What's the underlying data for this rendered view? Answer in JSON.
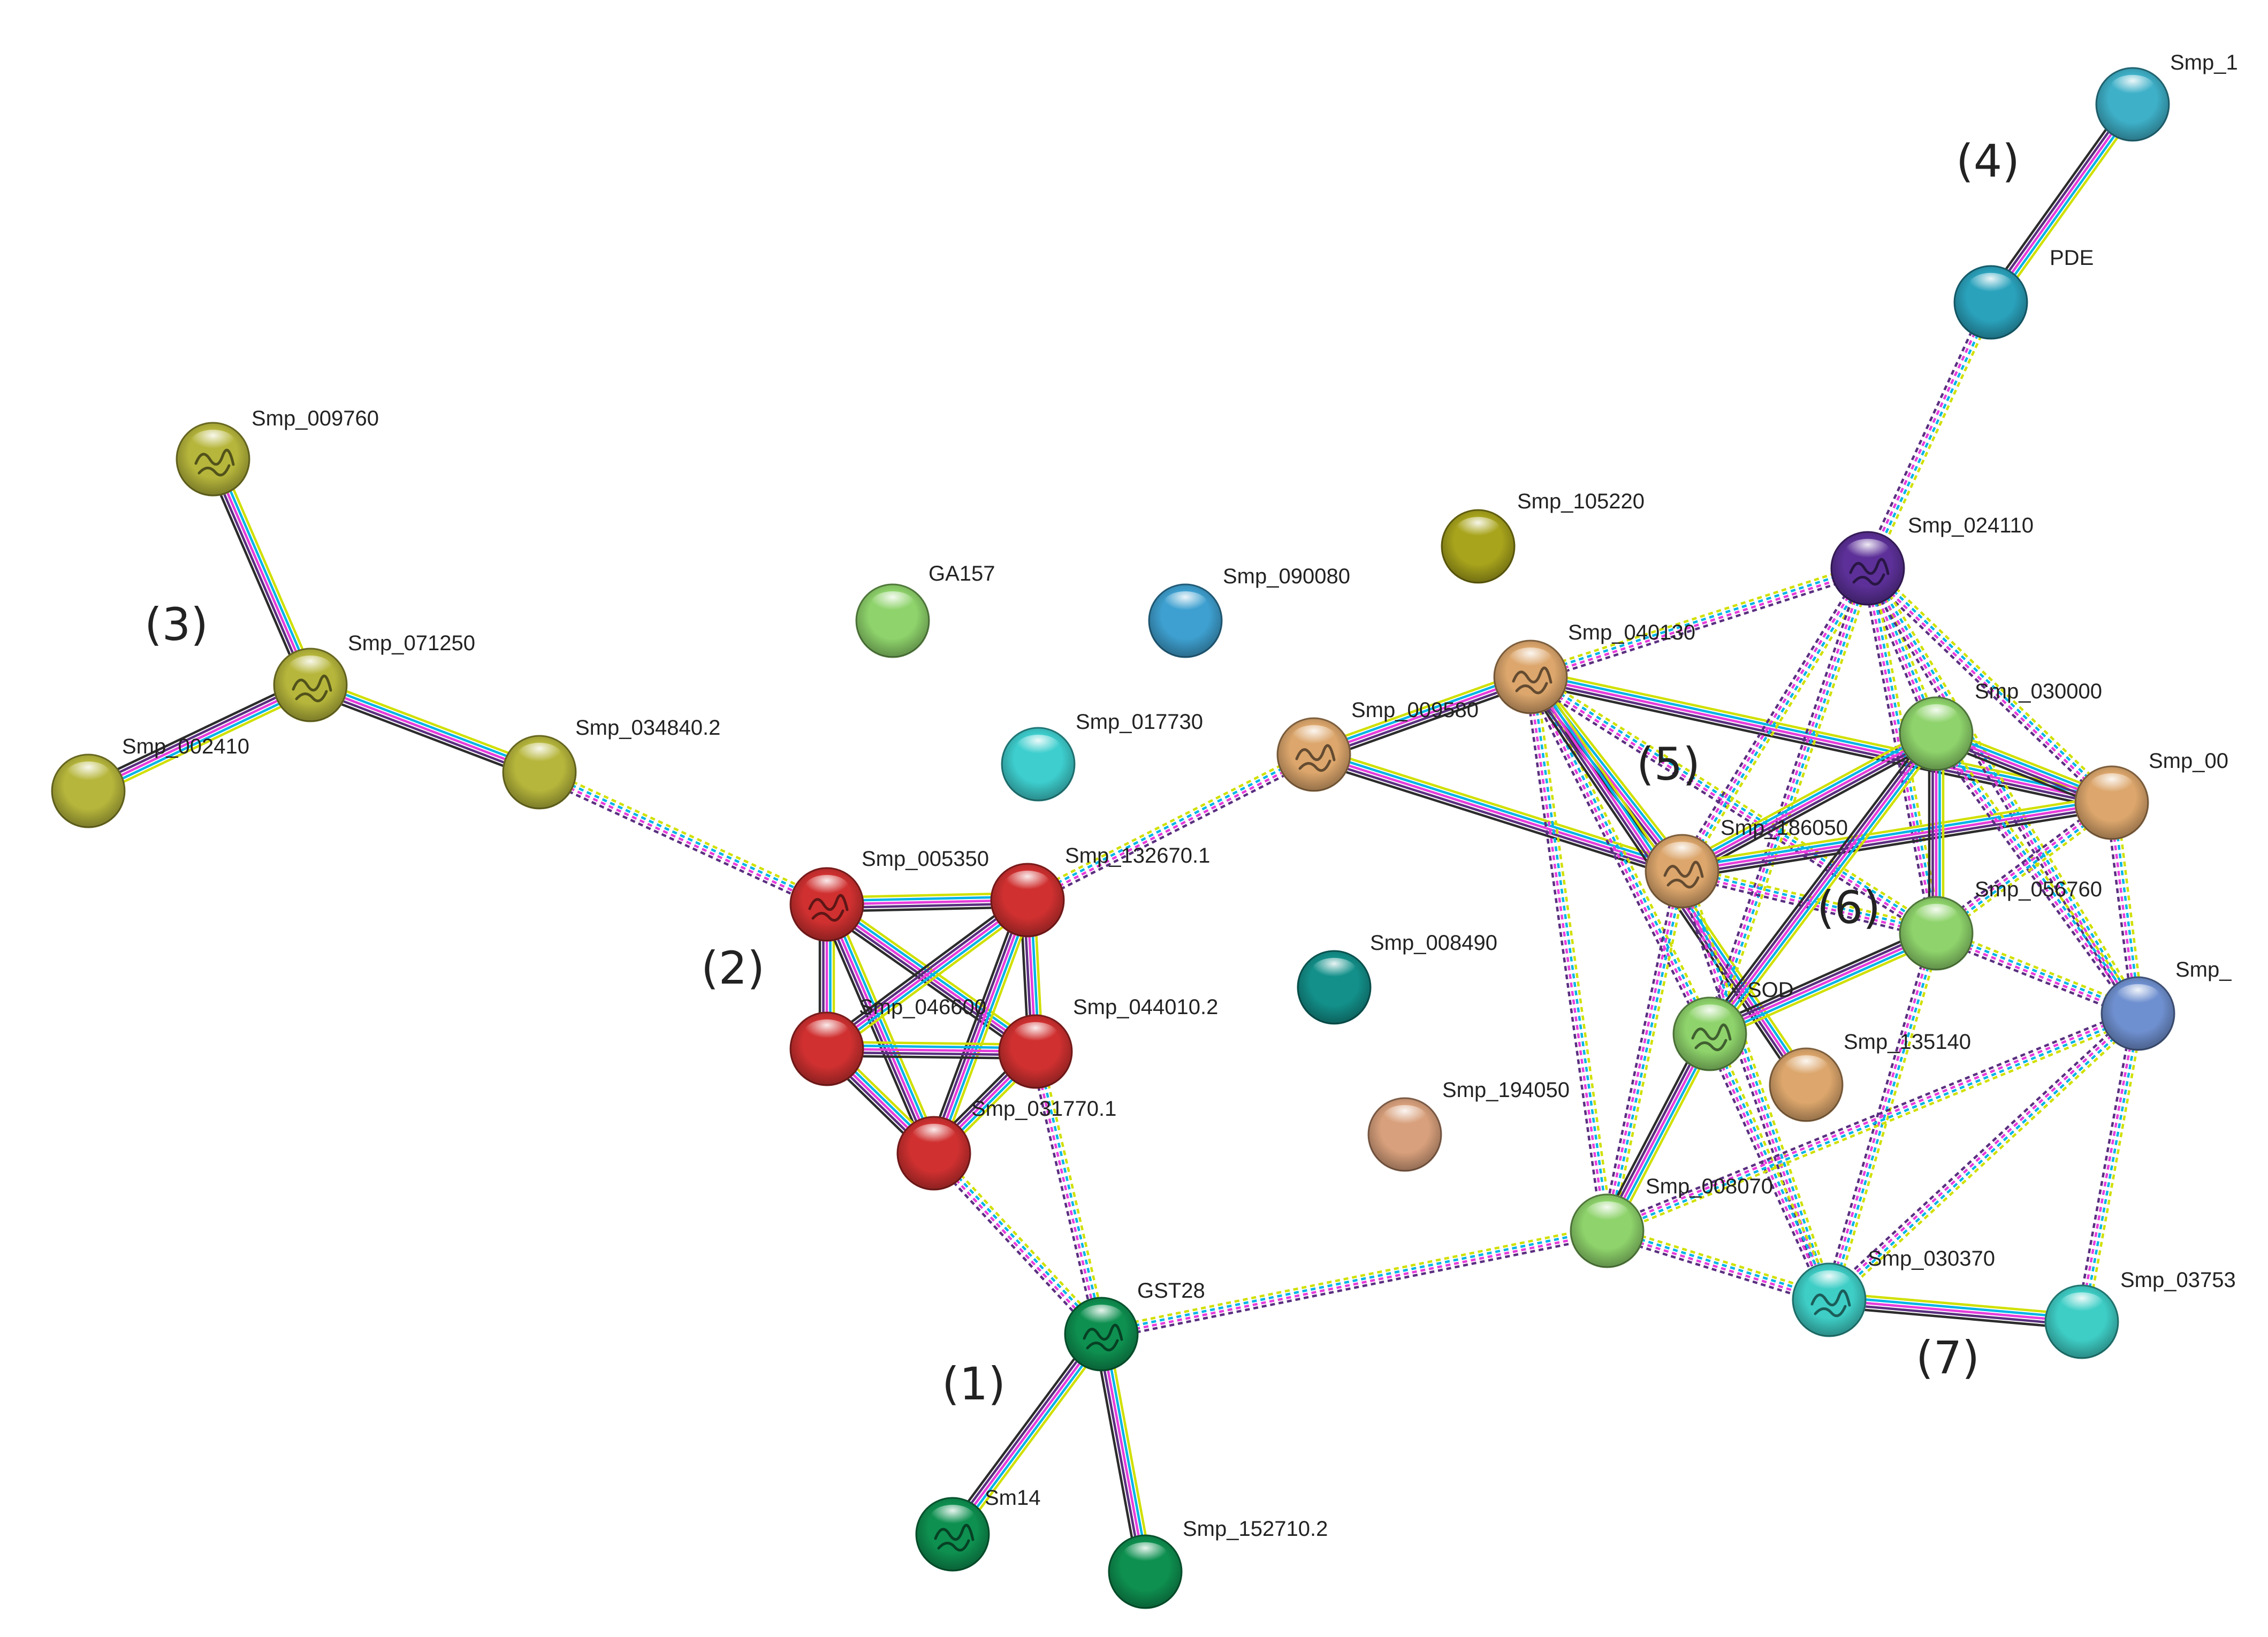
{
  "edge_colors": [
    "#d0e000",
    "#00b4e6",
    "#e63cdc",
    "#5a2f80",
    "#b4c800",
    "#2c2c2c"
  ],
  "groups": [
    {
      "id": "g1",
      "label": "(1)"
    },
    {
      "id": "g2",
      "label": "(2)"
    },
    {
      "id": "g3",
      "label": "(3)"
    },
    {
      "id": "g4",
      "label": "(4)"
    },
    {
      "id": "g5",
      "label": "(5)"
    },
    {
      "id": "g6",
      "label": "(6)"
    },
    {
      "id": "g7",
      "label": "(7)"
    }
  ],
  "nodes": [
    {
      "id": "smp_009760",
      "label": "Smp_009760",
      "color": "#b6b63c",
      "structure": true
    },
    {
      "id": "smp_071250",
      "label": "Smp_071250",
      "color": "#b6b63c",
      "structure": true
    },
    {
      "id": "smp_002410",
      "label": "Smp_002410",
      "color": "#b6b63c"
    },
    {
      "id": "smp_034840_2",
      "label": "Smp_034840.2",
      "color": "#b6b63c"
    },
    {
      "id": "ga157",
      "label": "GA157",
      "color": "#8ed36b"
    },
    {
      "id": "smp_090080",
      "label": "Smp_090080",
      "color": "#3ea0d0"
    },
    {
      "id": "smp_017730",
      "label": "Smp_017730",
      "color": "#3ecece"
    },
    {
      "id": "smp_105220",
      "label": "Smp_105220",
      "color": "#a8a41c"
    },
    {
      "id": "smp_005350",
      "label": "Smp_005350",
      "color": "#d03030",
      "structure": true
    },
    {
      "id": "smp_132670_1",
      "label": "Smp_132670.1",
      "color": "#d03030"
    },
    {
      "id": "smp_046600",
      "label": "Smp_046600",
      "color": "#d03030"
    },
    {
      "id": "smp_044010_2",
      "label": "Smp_044010.2",
      "color": "#d03030"
    },
    {
      "id": "smp_031770_1",
      "label": "Smp_031770.1",
      "color": "#d03030"
    },
    {
      "id": "gst28",
      "label": "GST28",
      "color": "#0e9050",
      "structure": true
    },
    {
      "id": "sm14",
      "label": "Sm14",
      "color": "#0e9050",
      "structure": true
    },
    {
      "id": "smp_152710_2",
      "label": "Smp_152710.2",
      "color": "#0e9050"
    },
    {
      "id": "smp_008490",
      "label": "Smp_008490",
      "color": "#13908a"
    },
    {
      "id": "smp_194050",
      "label": "Smp_194050",
      "color": "#d8a07c"
    },
    {
      "id": "smp_009580",
      "label": "Smp_009580",
      "color": "#dca66c",
      "structure": true
    },
    {
      "id": "smp_040130",
      "label": "Smp_040130",
      "color": "#dca66c",
      "structure": true
    },
    {
      "id": "smp_024110",
      "label": "Smp_024110",
      "color": "#5c3098",
      "structure": true
    },
    {
      "id": "smp_1",
      "label": "Smp_1",
      "color": "#3eb0c8"
    },
    {
      "id": "pde",
      "label": "PDE",
      "color": "#2aa2bc"
    },
    {
      "id": "smp_030000",
      "label": "Smp_030000",
      "color": "#8ed36b"
    },
    {
      "id": "smp_00x",
      "label": "Smp_00",
      "color": "#dca66c"
    },
    {
      "id": "smp_186050",
      "label": "Smp_186050",
      "color": "#dca66c",
      "structure": true
    },
    {
      "id": "smp_056760",
      "label": "Smp_056760",
      "color": "#8ed36b"
    },
    {
      "id": "smp_blue",
      "label": "Smp_",
      "color": "#6f90d0"
    },
    {
      "id": "sod",
      "label": "SOD",
      "color": "#8ed36b",
      "structure": true
    },
    {
      "id": "smp_135140",
      "label": "Smp_135140",
      "color": "#dca66c"
    },
    {
      "id": "smp_008070",
      "label": "Smp_008070",
      "color": "#8ed36b"
    },
    {
      "id": "smp_030370",
      "label": "Smp_030370",
      "color": "#3ecec6",
      "structure": true
    },
    {
      "id": "smp_03753",
      "label": "Smp_03753",
      "color": "#3ecec6"
    }
  ],
  "edges": [
    {
      "a": "smp_009760",
      "b": "smp_071250",
      "type": "solid"
    },
    {
      "a": "smp_071250",
      "b": "smp_002410",
      "type": "solid"
    },
    {
      "a": "smp_071250",
      "b": "smp_034840_2",
      "type": "solid"
    },
    {
      "a": "smp_034840_2",
      "b": "smp_005350",
      "type": "dashed"
    },
    {
      "a": "smp_005350",
      "b": "smp_132670_1",
      "type": "solid"
    },
    {
      "a": "smp_005350",
      "b": "smp_046600",
      "type": "solid"
    },
    {
      "a": "smp_005350",
      "b": "smp_044010_2",
      "type": "solid"
    },
    {
      "a": "smp_005350",
      "b": "smp_031770_1",
      "type": "solid"
    },
    {
      "a": "smp_132670_1",
      "b": "smp_046600",
      "type": "solid"
    },
    {
      "a": "smp_132670_1",
      "b": "smp_044010_2",
      "type": "solid"
    },
    {
      "a": "smp_132670_1",
      "b": "smp_031770_1",
      "type": "solid"
    },
    {
      "a": "smp_046600",
      "b": "smp_044010_2",
      "type": "solid"
    },
    {
      "a": "smp_046600",
      "b": "smp_031770_1",
      "type": "solid"
    },
    {
      "a": "smp_044010_2",
      "b": "smp_031770_1",
      "type": "solid"
    },
    {
      "a": "smp_132670_1",
      "b": "smp_009580",
      "type": "dashed"
    },
    {
      "a": "smp_031770_1",
      "b": "gst28",
      "type": "dashed"
    },
    {
      "a": "smp_044010_2",
      "b": "gst28",
      "type": "dashed"
    },
    {
      "a": "gst28",
      "b": "sm14",
      "type": "solid"
    },
    {
      "a": "gst28",
      "b": "smp_152710_2",
      "type": "solid"
    },
    {
      "a": "gst28",
      "b": "smp_008070",
      "type": "dashed"
    },
    {
      "a": "smp_009580",
      "b": "smp_040130",
      "type": "solid"
    },
    {
      "a": "smp_009580",
      "b": "smp_186050",
      "type": "solid"
    },
    {
      "a": "smp_040130",
      "b": "smp_024110",
      "type": "dashed"
    },
    {
      "a": "smp_040130",
      "b": "smp_186050",
      "type": "solid"
    },
    {
      "a": "smp_040130",
      "b": "smp_00x",
      "type": "solid"
    },
    {
      "a": "smp_040130",
      "b": "smp_056760",
      "type": "dashed"
    },
    {
      "a": "smp_040130",
      "b": "smp_008070",
      "type": "dashed"
    },
    {
      "a": "smp_040130",
      "b": "sod",
      "type": "dashed"
    },
    {
      "a": "smp_040130",
      "b": "smp_135140",
      "type": "solid"
    },
    {
      "a": "smp_1",
      "b": "pde",
      "type": "solid"
    },
    {
      "a": "pde",
      "b": "smp_024110",
      "type": "dashed"
    },
    {
      "a": "smp_024110",
      "b": "smp_030000",
      "type": "dashed"
    },
    {
      "a": "smp_024110",
      "b": "smp_00x",
      "type": "dashed"
    },
    {
      "a": "smp_024110",
      "b": "smp_186050",
      "type": "dashed"
    },
    {
      "a": "smp_024110",
      "b": "smp_056760",
      "type": "dashed"
    },
    {
      "a": "smp_024110",
      "b": "smp_blue",
      "type": "dashed"
    },
    {
      "a": "smp_024110",
      "b": "sod",
      "type": "dashed"
    },
    {
      "a": "smp_186050",
      "b": "smp_030000",
      "type": "solid"
    },
    {
      "a": "smp_186050",
      "b": "smp_00x",
      "type": "solid"
    },
    {
      "a": "smp_186050",
      "b": "smp_056760",
      "type": "dashed"
    },
    {
      "a": "smp_186050",
      "b": "smp_008070",
      "type": "dashed"
    },
    {
      "a": "smp_186050",
      "b": "smp_030370",
      "type": "dashed"
    },
    {
      "a": "smp_030000",
      "b": "smp_00x",
      "type": "solid"
    },
    {
      "a": "smp_030000",
      "b": "smp_056760",
      "type": "solid"
    },
    {
      "a": "smp_030000",
      "b": "sod",
      "type": "solid"
    },
    {
      "a": "smp_030000",
      "b": "smp_blue",
      "type": "dashed"
    },
    {
      "a": "smp_00x",
      "b": "smp_056760",
      "type": "dashed"
    },
    {
      "a": "smp_00x",
      "b": "smp_blue",
      "type": "dashed"
    },
    {
      "a": "smp_056760",
      "b": "sod",
      "type": "solid"
    },
    {
      "a": "smp_056760",
      "b": "smp_blue",
      "type": "dashed"
    },
    {
      "a": "smp_056760",
      "b": "smp_030370",
      "type": "dashed"
    },
    {
      "a": "sod",
      "b": "smp_008070",
      "type": "solid"
    },
    {
      "a": "sod",
      "b": "smp_030370",
      "type": "dashed"
    },
    {
      "a": "smp_blue",
      "b": "smp_008070",
      "type": "dashed"
    },
    {
      "a": "smp_blue",
      "b": "smp_030370",
      "type": "dashed"
    },
    {
      "a": "smp_blue",
      "b": "smp_03753",
      "type": "dashed"
    },
    {
      "a": "smp_008070",
      "b": "smp_030370",
      "type": "dashed"
    },
    {
      "a": "smp_030370",
      "b": "smp_03753",
      "type": "solid"
    }
  ]
}
